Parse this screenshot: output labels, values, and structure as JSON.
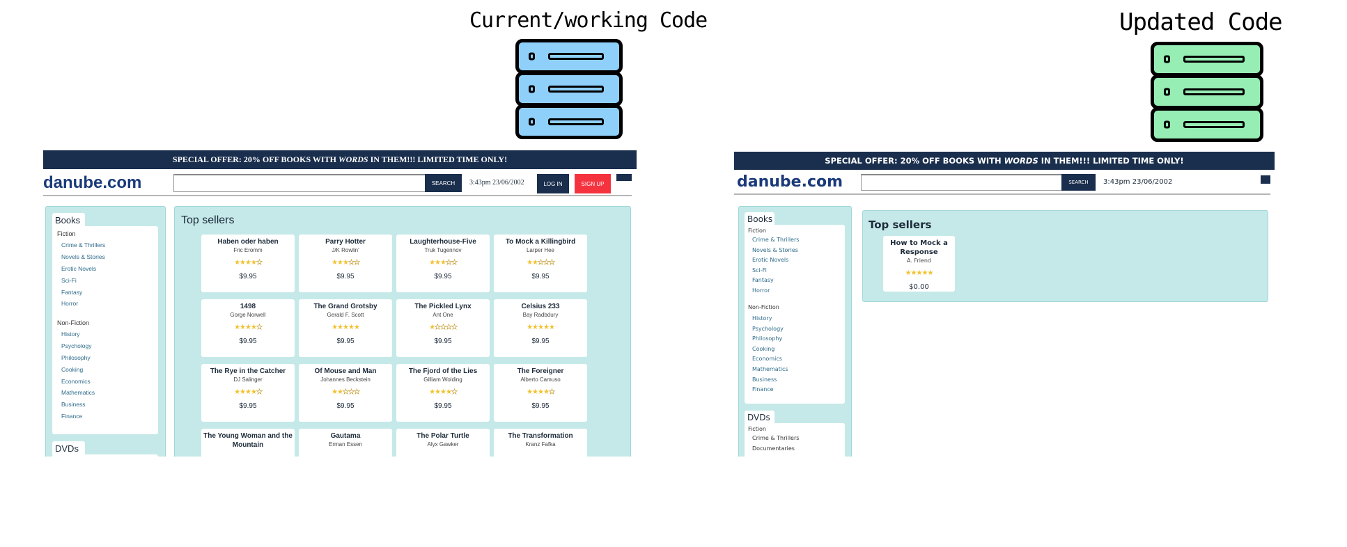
{
  "labels": {
    "current": "Current/working Code",
    "updated": "Updated Code"
  },
  "colors": {
    "server_current": "#8fd0fa",
    "server_updated": "#97eeb5",
    "brand": "#1a2e4d",
    "signup": "#f4333f",
    "panel": "#c5e9e9"
  },
  "current": {
    "banner": {
      "pre": "SPECIAL OFFER: 20% OFF BOOKS WITH ",
      "em": "WORDS",
      "post": " IN THEM!!! LIMITED TIME ONLY!"
    },
    "logo": "danube.com",
    "search_placeholder": "",
    "search_button": "SEARCH",
    "time": "3:43pm 23/06/2002",
    "login": "LOG IN",
    "signup": "SIGN UP",
    "sidebar": {
      "books": {
        "title": "Books",
        "fiction": "Fiction",
        "fiction_items": [
          "Crime & Thrillers",
          "Novels & Stories",
          "Erotic Novels",
          "Sci-Fi",
          "Fantasy",
          "Horror"
        ],
        "nonfiction": "Non-Fiction",
        "nonfiction_items": [
          "History",
          "Psychology",
          "Philosophy",
          "Cooking",
          "Economics",
          "Mathematics",
          "Business",
          "Finance"
        ]
      },
      "dvds": {
        "title": "DVDs"
      }
    },
    "main_title": "Top sellers",
    "products": [
      {
        "title": "Haben oder haben",
        "author": "Fric Eromm",
        "rating": 4,
        "price": "$9.95"
      },
      {
        "title": "Parry Hotter",
        "author": "J/K Rowlin'",
        "rating": 3,
        "price": "$9.95"
      },
      {
        "title": "Laughterhouse-Five",
        "author": "Truk Tugennov",
        "rating": 3,
        "price": "$9.95"
      },
      {
        "title": "To Mock a Killingbird",
        "author": "Larper Hee",
        "rating": 2,
        "price": "$9.95"
      },
      {
        "title": "1498",
        "author": "Gorge Norwell",
        "rating": 4,
        "price": "$9.95"
      },
      {
        "title": "The Grand Grotsby",
        "author": "Gerald F. Scott",
        "rating": 5,
        "price": "$9.95"
      },
      {
        "title": "The Pickled Lynx",
        "author": "Ant One",
        "rating": 1,
        "price": "$9.95"
      },
      {
        "title": "Celsius 233",
        "author": "Bay Radbdury",
        "rating": 5,
        "price": "$9.95"
      },
      {
        "title": "The Rye in the Catcher",
        "author": "DJ Salinger",
        "rating": 4,
        "price": "$9.95"
      },
      {
        "title": "Of Mouse and Man",
        "author": "Johannes Beckstein",
        "rating": 2,
        "price": "$9.95"
      },
      {
        "title": "The Fjord of the Lies",
        "author": "Gilliam Wolding",
        "rating": 4,
        "price": "$9.95"
      },
      {
        "title": "The Foreigner",
        "author": "Alberto Camuso",
        "rating": 4,
        "price": "$9.95"
      },
      {
        "title": "The Young Woman and the Mountain",
        "author": "",
        "rating": null,
        "price": ""
      },
      {
        "title": "Gautama",
        "author": "Erman Essen",
        "rating": null,
        "price": ""
      },
      {
        "title": "The Polar Turtle",
        "author": "Alyx Gawker",
        "rating": null,
        "price": ""
      },
      {
        "title": "The Transformation",
        "author": "Kranz Fafka",
        "rating": null,
        "price": ""
      }
    ]
  },
  "updated": {
    "banner": {
      "pre": "SPECIAL OFFER: 20% OFF BOOKS WITH ",
      "em": "WORDS",
      "post": " IN THEM!!! LIMITED TIME ONLY!"
    },
    "logo": "danube.com",
    "search_button": "SEARCH",
    "time": "3:43pm 23/06/2002",
    "sidebar": {
      "books": {
        "title": "Books",
        "fiction": "Fiction",
        "fiction_items": [
          "Crime & Thrillers",
          "Novels & Stories",
          "Erotic Novels",
          "Sci-Fi",
          "Fantasy",
          "Horror"
        ],
        "nonfiction": "Non-Fiction",
        "nonfiction_items": [
          "History",
          "Psychology",
          "Philosophy",
          "Cooking",
          "Economics",
          "Mathematics",
          "Business",
          "Finance"
        ]
      },
      "dvds": {
        "title": "DVDs",
        "fiction": "Fiction",
        "fiction_items": [
          "Crime & Thrillers",
          "Documentaries"
        ]
      }
    },
    "main_title": "Top sellers",
    "products": [
      {
        "title": "How to Mock a Response",
        "author": "A. Friend",
        "rating": 5,
        "price": "$0.00"
      }
    ]
  }
}
